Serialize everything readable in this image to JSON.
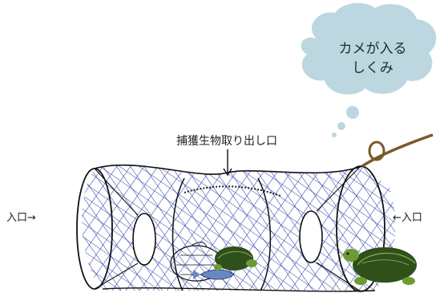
{
  "labels": {
    "cloud_line1": "カメが入る",
    "cloud_line2": "しくみ",
    "top": "捕獲生物取り出し口",
    "left": "入口→",
    "right": "←入口"
  },
  "colors": {
    "cloud": "#bcd7e0",
    "net": "#2b3ea8",
    "frame": "#111111",
    "shell": "#2f4f1b",
    "turtle_skin": "#6e9a33",
    "rope": "#7a5a2a"
  },
  "icons": [
    "thought-cloud-icon",
    "turtle-icon",
    "fish-icon",
    "rope-icon",
    "arrow-down-icon"
  ]
}
